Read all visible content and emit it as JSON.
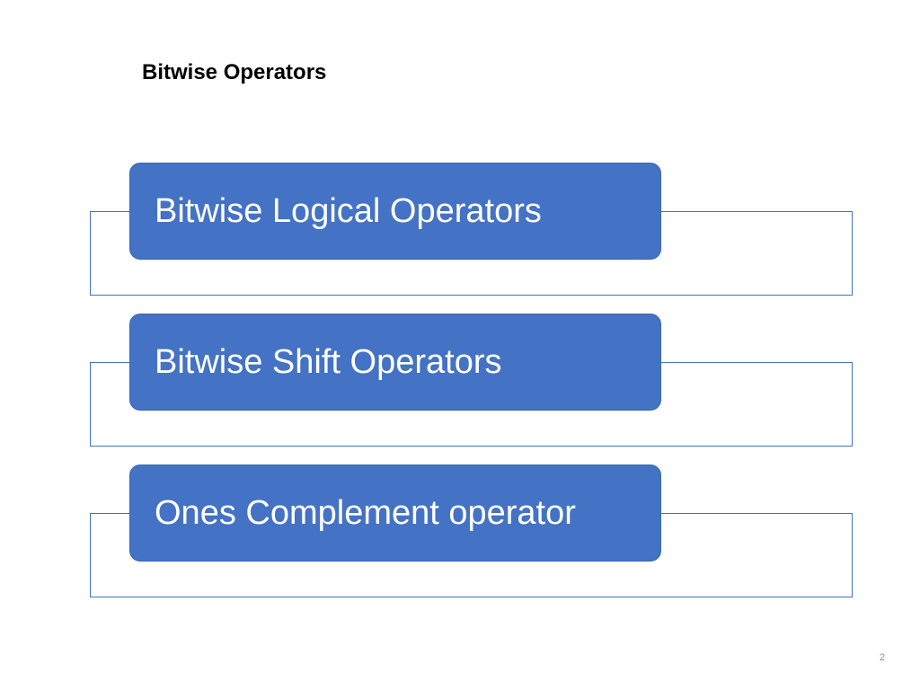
{
  "slide": {
    "title": "Bitwise Operators",
    "page_number": "2",
    "accent_color": "#4472c4",
    "items": [
      {
        "label": "Bitwise Logical Operators"
      },
      {
        "label": "Bitwise Shift Operators"
      },
      {
        "label": "Ones Complement operator"
      }
    ]
  }
}
